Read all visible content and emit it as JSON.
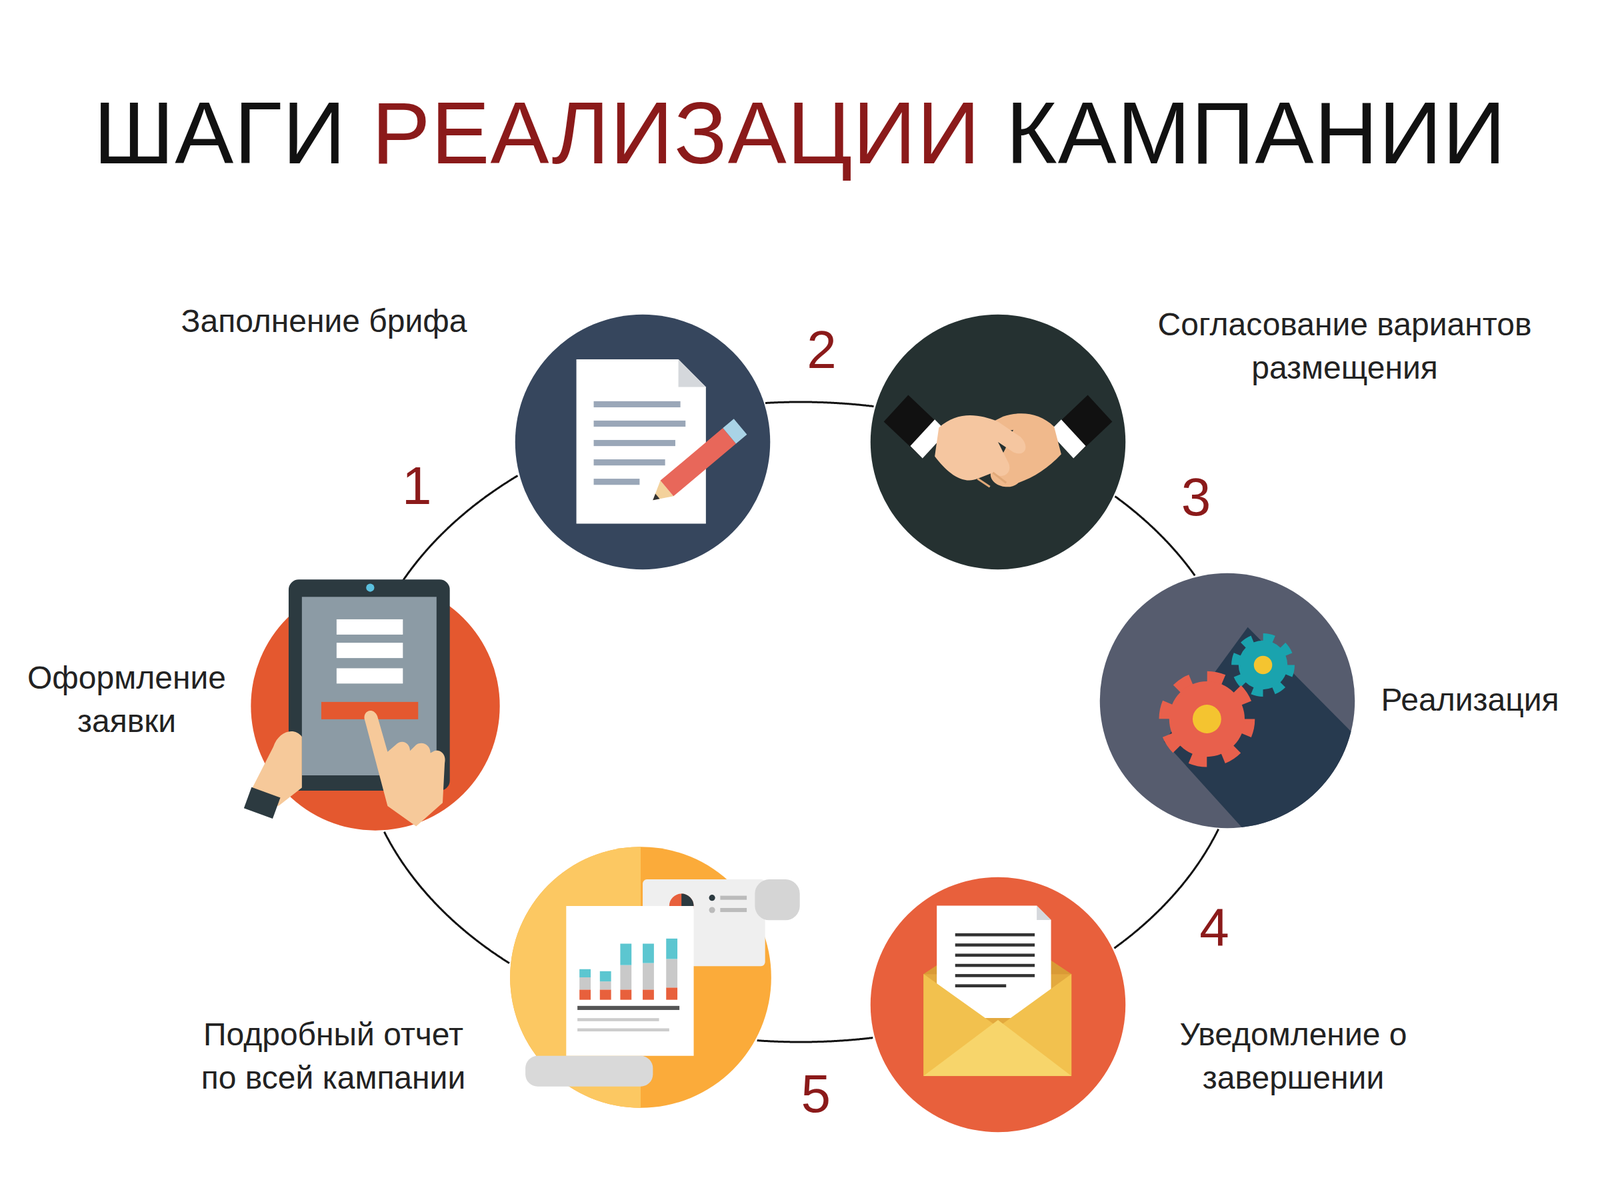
{
  "diagram": {
    "title": "ШАГИ РЕАЛИЗАЦИИ КАМПАНИИ",
    "nodes": [
      {
        "text": [
          "Оформление заявки"
        ]
      },
      {
        "text": [
          "Заполнение брифа"
        ]
      },
      {
        "text": [
          "Согласование вариантов размещения"
        ]
      },
      {
        "text": [
          "Реализация"
        ]
      },
      {
        "text": [
          "Уведомление о завершении"
        ]
      },
      {
        "text": [
          "Подробный отчет по всей кампании"
        ]
      }
    ],
    "edges": [
      {
        "from": 0,
        "to": 1,
        "arrow": "none",
        "label": "1"
      },
      {
        "from": 1,
        "to": 2,
        "arrow": "none",
        "label": "2"
      },
      {
        "from": 2,
        "to": 3,
        "arrow": "none",
        "label": "3"
      },
      {
        "from": 3,
        "to": 4,
        "arrow": "none",
        "label": "4"
      },
      {
        "from": 4,
        "to": 5,
        "arrow": "none",
        "label": "5"
      },
      {
        "from": 5,
        "to": 0,
        "arrow": "none"
      }
    ]
  }
}
